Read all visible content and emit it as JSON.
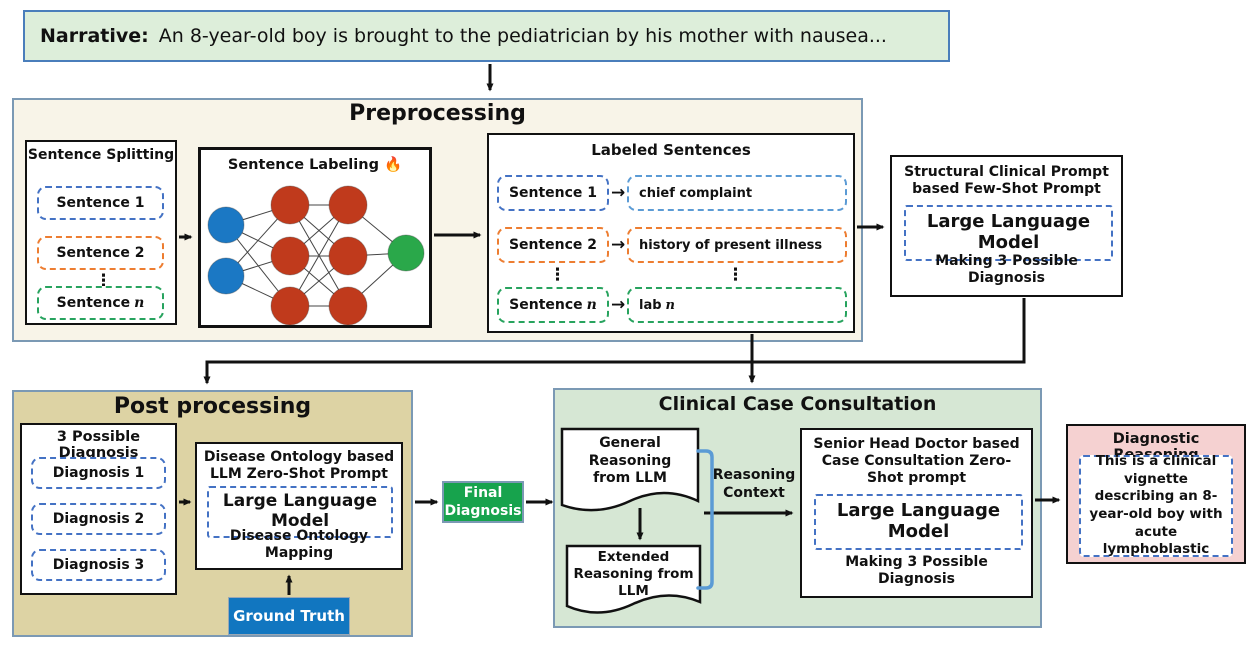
{
  "narrative": {
    "label": "Narrative:",
    "text": "An 8-year-old boy is brought to the pediatrician by his mother with nausea..."
  },
  "icons": {
    "fire_icon": "🔥",
    "arrow_right_icon": "→",
    "vertical_dots_icon": "⋮"
  },
  "preprocessing": {
    "title": "Preprocessing",
    "sentence_splitting": {
      "title": "Sentence Splitting",
      "items": [
        {
          "text": "Sentence 1"
        },
        {
          "text": "Sentence 2"
        },
        {
          "text": "Sentence",
          "var": "n"
        }
      ]
    },
    "sentence_labeling": {
      "title": "Sentence Labeling"
    },
    "labeled_sentences": {
      "title": "Labeled Sentences",
      "rows": [
        {
          "sentence": "Sentence 1",
          "label": "chief complaint"
        },
        {
          "sentence": "Sentence 2",
          "label": "history of present illness"
        },
        {
          "sentence": "Sentence",
          "sentence_var": "n",
          "label": "lab",
          "label_var": "n"
        }
      ]
    }
  },
  "structural_prompt": {
    "header": "Structural Clinical Prompt based Few-Shot Prompt",
    "llm": "Large Language Model",
    "footer": "Making 3 Possible Diagnosis"
  },
  "post_processing": {
    "title": "Post processing",
    "possible_diagnosis": {
      "title": "3 Possible Diagnosis",
      "items": [
        "Diagnosis 1",
        "Diagnosis 2",
        "Diagnosis 3"
      ]
    },
    "disease_ontology": {
      "header": "Disease Ontology based LLM Zero-Shot Prompt",
      "llm": "Large Language Model",
      "footer": "Disease Ontology Mapping"
    },
    "ground_truth": "Ground Truth"
  },
  "final_diagnosis": "Final Diagnosis",
  "clinical_consultation": {
    "title": "Clinical Case Consultation",
    "general_reasoning": "General Reasoning from LLM",
    "extended_reasoning": "Extended Reasoning from LLM",
    "reasoning_context": "Reasoning Context",
    "senior_doctor": {
      "header": "Senior Head Doctor based Case Consultation Zero-Shot prompt",
      "llm": "Large Language Model",
      "footer": "Making 3 Possible Diagnosis"
    }
  },
  "diagnostic_reasoning": {
    "title": "Diagnostic Reasoning",
    "text": "This is a clinical vignette describing an 8-year-old boy with acute lymphoblastic"
  },
  "colors": {
    "narrative_bg": "#ddeeda",
    "narrative_border": "#4a7ebb",
    "section_border": "#7b99b4",
    "preprocessing_bg": "#f8f4e8",
    "post_processing_bg": "#ddd3a4",
    "clinical_bg": "#d6e7d4",
    "diagnostic_bg": "#f5d1d1",
    "ground_truth_bg": "#1176c0",
    "final_diagnosis_bg": "#17a34d",
    "dash_blue": "#4472c4",
    "dash_light_blue": "#5b9bd5",
    "dash_orange": "#ed7d31",
    "dash_green": "#27a35e",
    "node_blue": "#1b78c4",
    "node_red": "#c03a1c",
    "node_green": "#2aa84a"
  }
}
